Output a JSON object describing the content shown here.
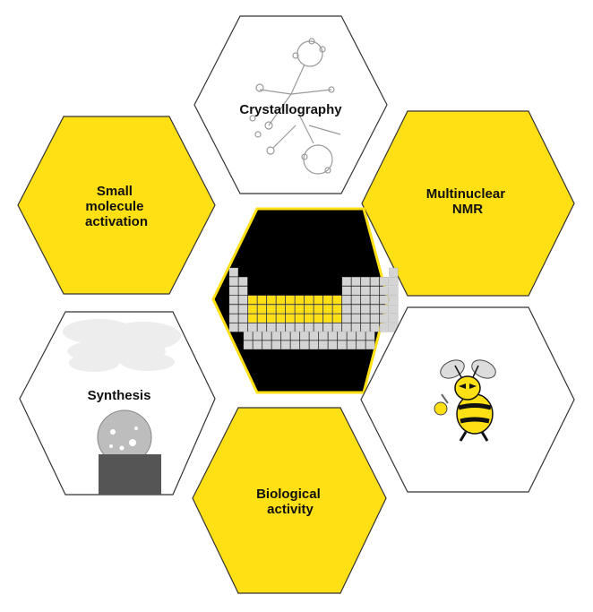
{
  "colors": {
    "yellow": "#FFE014",
    "black": "#000000",
    "white": "#FFFFFF",
    "outline": "#333333",
    "grey_cell": "#D4D4D4",
    "highlight_cell": "#FFE014"
  },
  "hexagons": {
    "crystallography": {
      "label_lines": [
        "Crystallography"
      ]
    },
    "small_molecule": {
      "label_lines": [
        "Small",
        "molecule",
        "activation"
      ]
    },
    "nmr": {
      "label_lines": [
        "Multinuclear",
        "NMR"
      ]
    },
    "center": {
      "icon": "periodic-table-icon"
    },
    "synthesis": {
      "label_lines": [
        "Synthesis"
      ]
    },
    "mascot": {
      "icon": "hornet-mascot-icon"
    },
    "biological": {
      "label_lines": [
        "Biological",
        "activity"
      ]
    }
  }
}
